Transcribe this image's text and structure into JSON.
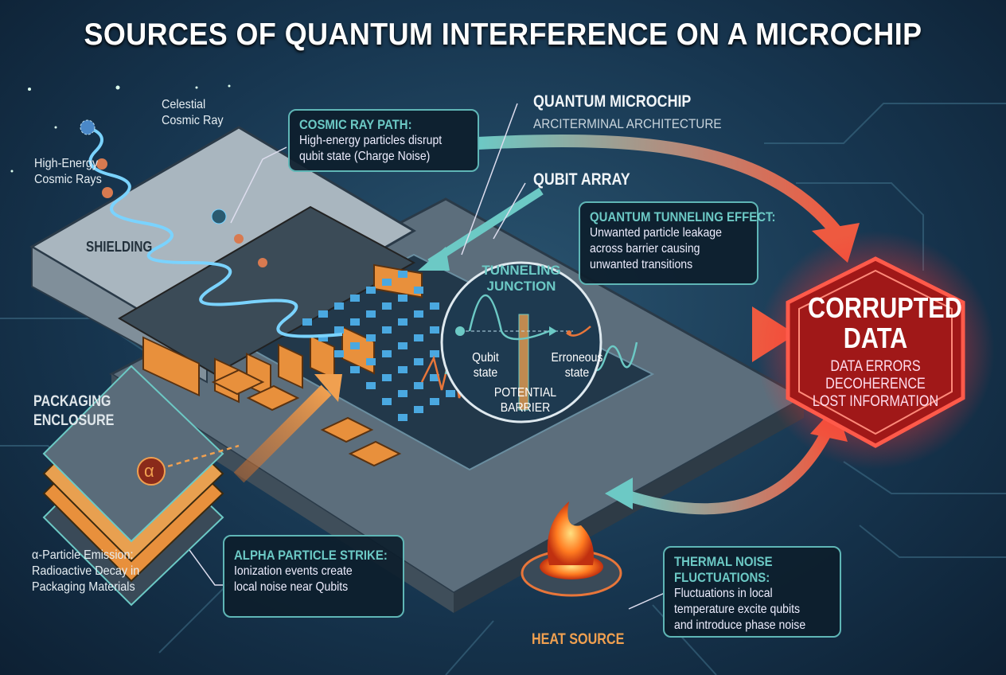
{
  "title": "SOURCES OF QUANTUM INTERFERENCE ON A MICROCHIP",
  "labels": {
    "celestial": [
      "Celestial",
      "Cosmic Ray"
    ],
    "high_energy": [
      "High-Energy",
      "Cosmic Rays"
    ],
    "shielding": "SHIELDING",
    "packaging": [
      "PACKAGING",
      "ENCLOSURE"
    ],
    "alpha_emission": [
      "α-Particle Emission:",
      "Radioactive Decay in",
      "Packaging Materials"
    ],
    "microchip_title": "QUANTUM MICROCHIP",
    "microchip_sub": "ARCITERMINAL ARCHITECTURE",
    "qubit_array": "QUBIT ARRAY",
    "heat_source": "HEAT SOURCE",
    "alpha_symbol": "α"
  },
  "callouts": {
    "cosmic": {
      "heading": "COSMIC RAY PATH:",
      "lines": [
        "High-energy particles disrupt",
        "qubit state (Charge Noise)"
      ]
    },
    "tunneling": {
      "heading": "QUANTUM TUNNELING EFFECT:",
      "lines": [
        "Unwanted particle leakage",
        "across barrier causing",
        "unwanted transitions"
      ]
    },
    "alpha": {
      "heading": "ALPHA PARTICLE STRIKE:",
      "lines": [
        "Ionization events create",
        "local noise near Qubits"
      ]
    },
    "thermal": {
      "heading_lines": [
        "THERMAL NOISE",
        "FLUCTUATIONS:"
      ],
      "lines": [
        "Fluctuations in local",
        "temperature excite qubits",
        "and introduce phase noise"
      ]
    }
  },
  "junction": {
    "title": [
      "TUNNELING",
      "JUNCTION"
    ],
    "left": [
      "Qubit",
      "state"
    ],
    "right": [
      "Erroneous",
      "state"
    ],
    "barrier": [
      "POTENTIAL",
      "BARRIER"
    ]
  },
  "result": {
    "title": [
      "CORRUPTED",
      "DATA"
    ],
    "effects": [
      "DATA ERRORS",
      "DECOHERENCE",
      "LOST INFORMATION"
    ]
  },
  "colors": {
    "accent_teal": "#6cc9c5",
    "danger_red": "#e8463a",
    "orange": "#e89040",
    "background": "#173650"
  }
}
